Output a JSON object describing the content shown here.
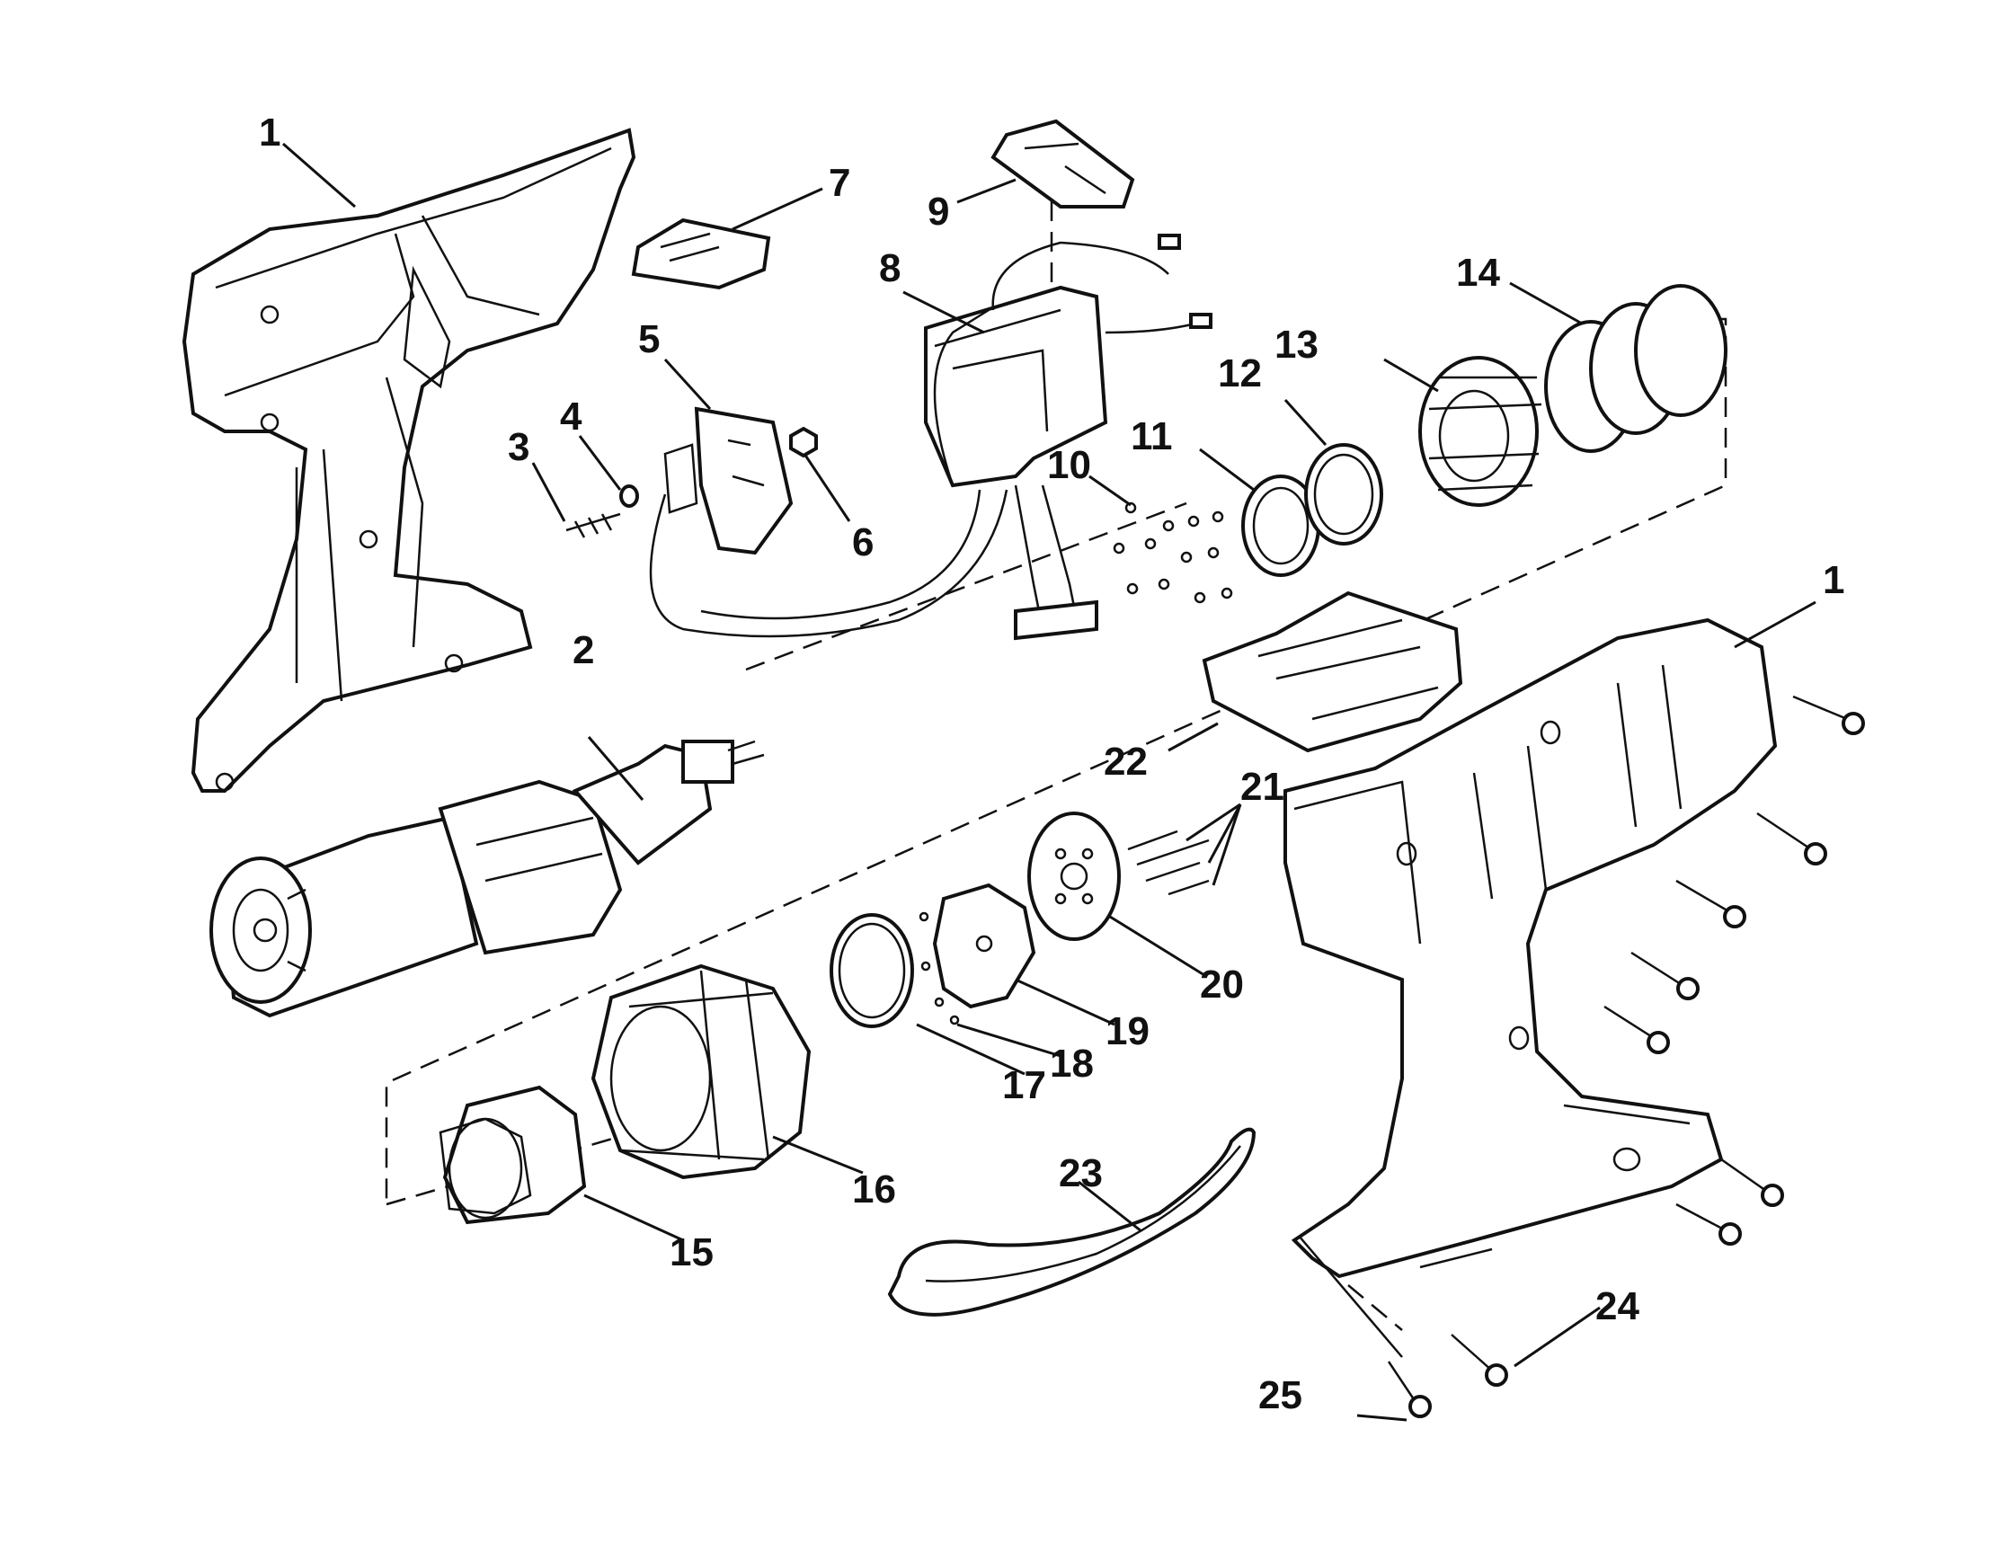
{
  "diagram": {
    "labels": [
      "1",
      "2",
      "3",
      "4",
      "5",
      "6",
      "7",
      "8",
      "9",
      "10",
      "11",
      "12",
      "13",
      "14",
      "15",
      "16",
      "17",
      "18",
      "19",
      "20",
      "21",
      "22",
      "23",
      "24",
      "25",
      "1"
    ]
  }
}
